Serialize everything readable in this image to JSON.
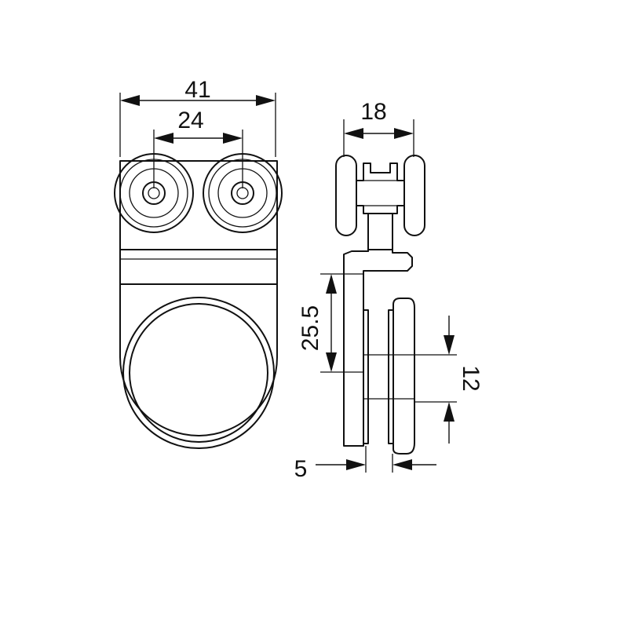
{
  "dimensions": {
    "overall_width": "41",
    "wheel_spacing": "24",
    "side_width": "18",
    "plate_height": "25.5",
    "glass_clamp": "12",
    "plate_thickness": "5"
  }
}
